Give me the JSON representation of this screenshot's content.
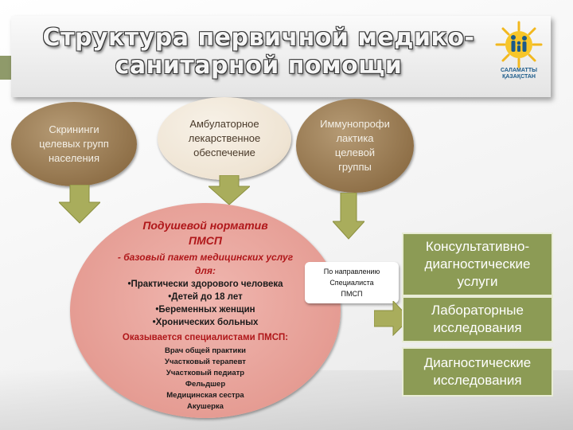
{
  "title": {
    "line1": "Структура первичной медико-",
    "line2": "санитарной помощи"
  },
  "logo": {
    "text_line1": "САЛАМАТТЫ",
    "text_line2": "ҚАЗАҚСТАН"
  },
  "top_nodes": [
    {
      "lines": [
        "Скрининги",
        "целевых групп",
        "населения"
      ]
    },
    {
      "lines": [
        "Амбулаторное",
        "лекарственное",
        "обеспечение"
      ]
    },
    {
      "lines": [
        "Иммунопрофи",
        "лактика",
        "целевой",
        "группы"
      ]
    }
  ],
  "center": {
    "heading_line1": "Подушевой норматив",
    "heading_line2": "ПМСП",
    "subheading_line1": "- базовый пакет медицинских услуг",
    "subheading_line2": "для:",
    "groups": [
      "•Практически здорового человека",
      "•Детей до 18 лет",
      "•Беременных женщин",
      "•Хронических больных"
    ],
    "specialists_heading": "Оказывается специалистами ПМСП:",
    "specialists": [
      "Врач общей практики",
      "Участковый терапевт",
      "Участковый педиатр",
      "Фельдшер",
      "Медицинская сестра",
      "Акушерка"
    ]
  },
  "referral": {
    "lines": [
      "По направлению",
      "Специалиста",
      "ПМСП"
    ]
  },
  "services": [
    {
      "lines": [
        "Консультативно-",
        "диагностические",
        "услуги"
      ]
    },
    {
      "lines": [
        "Лабораторные",
        "исследования"
      ]
    },
    {
      "lines": [
        "Диагностические",
        "исследования"
      ]
    }
  ],
  "colors": {
    "oval_brown": "#8e6f47",
    "oval_light": "#efe4d3",
    "center_pink": "#e59c93",
    "arrow_olive": "#a9ad5c",
    "service_green": "#8c9b55",
    "heading_red": "#b0171a"
  }
}
